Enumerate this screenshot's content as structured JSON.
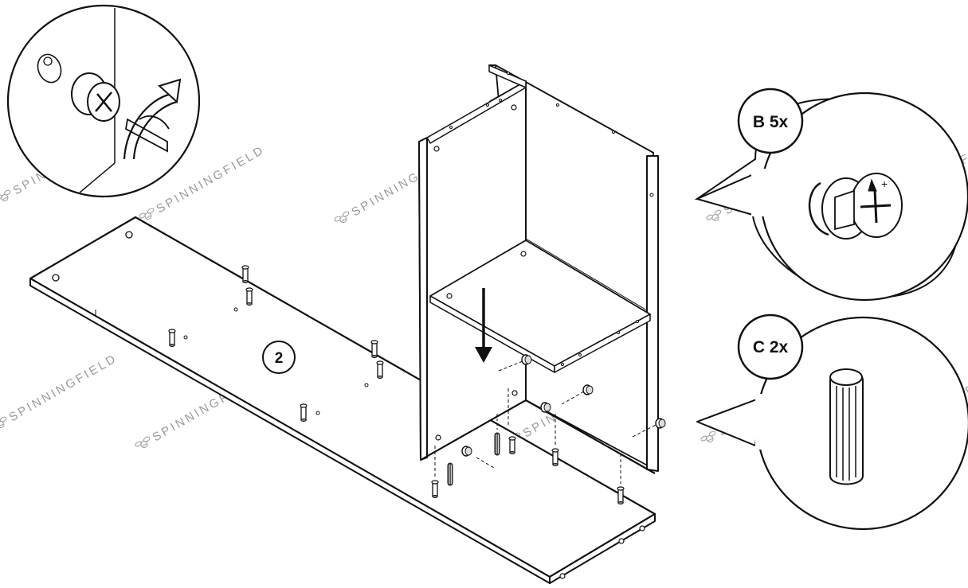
{
  "step": {
    "number": "2"
  },
  "callouts": [
    {
      "id": "B",
      "label": "B 5x",
      "icon": "cam-lock-icon"
    },
    {
      "id": "C",
      "label": "C 2x",
      "icon": "wood-dowel-icon"
    }
  ],
  "detail": {
    "icon": "screwdriver-tighten-icon"
  },
  "watermark": {
    "text": "SPINNINGFIELD",
    "icon": "bee-icon"
  },
  "colors": {
    "line": "#111111",
    "watermark": "#9a9a9a",
    "background": "#ffffff"
  }
}
